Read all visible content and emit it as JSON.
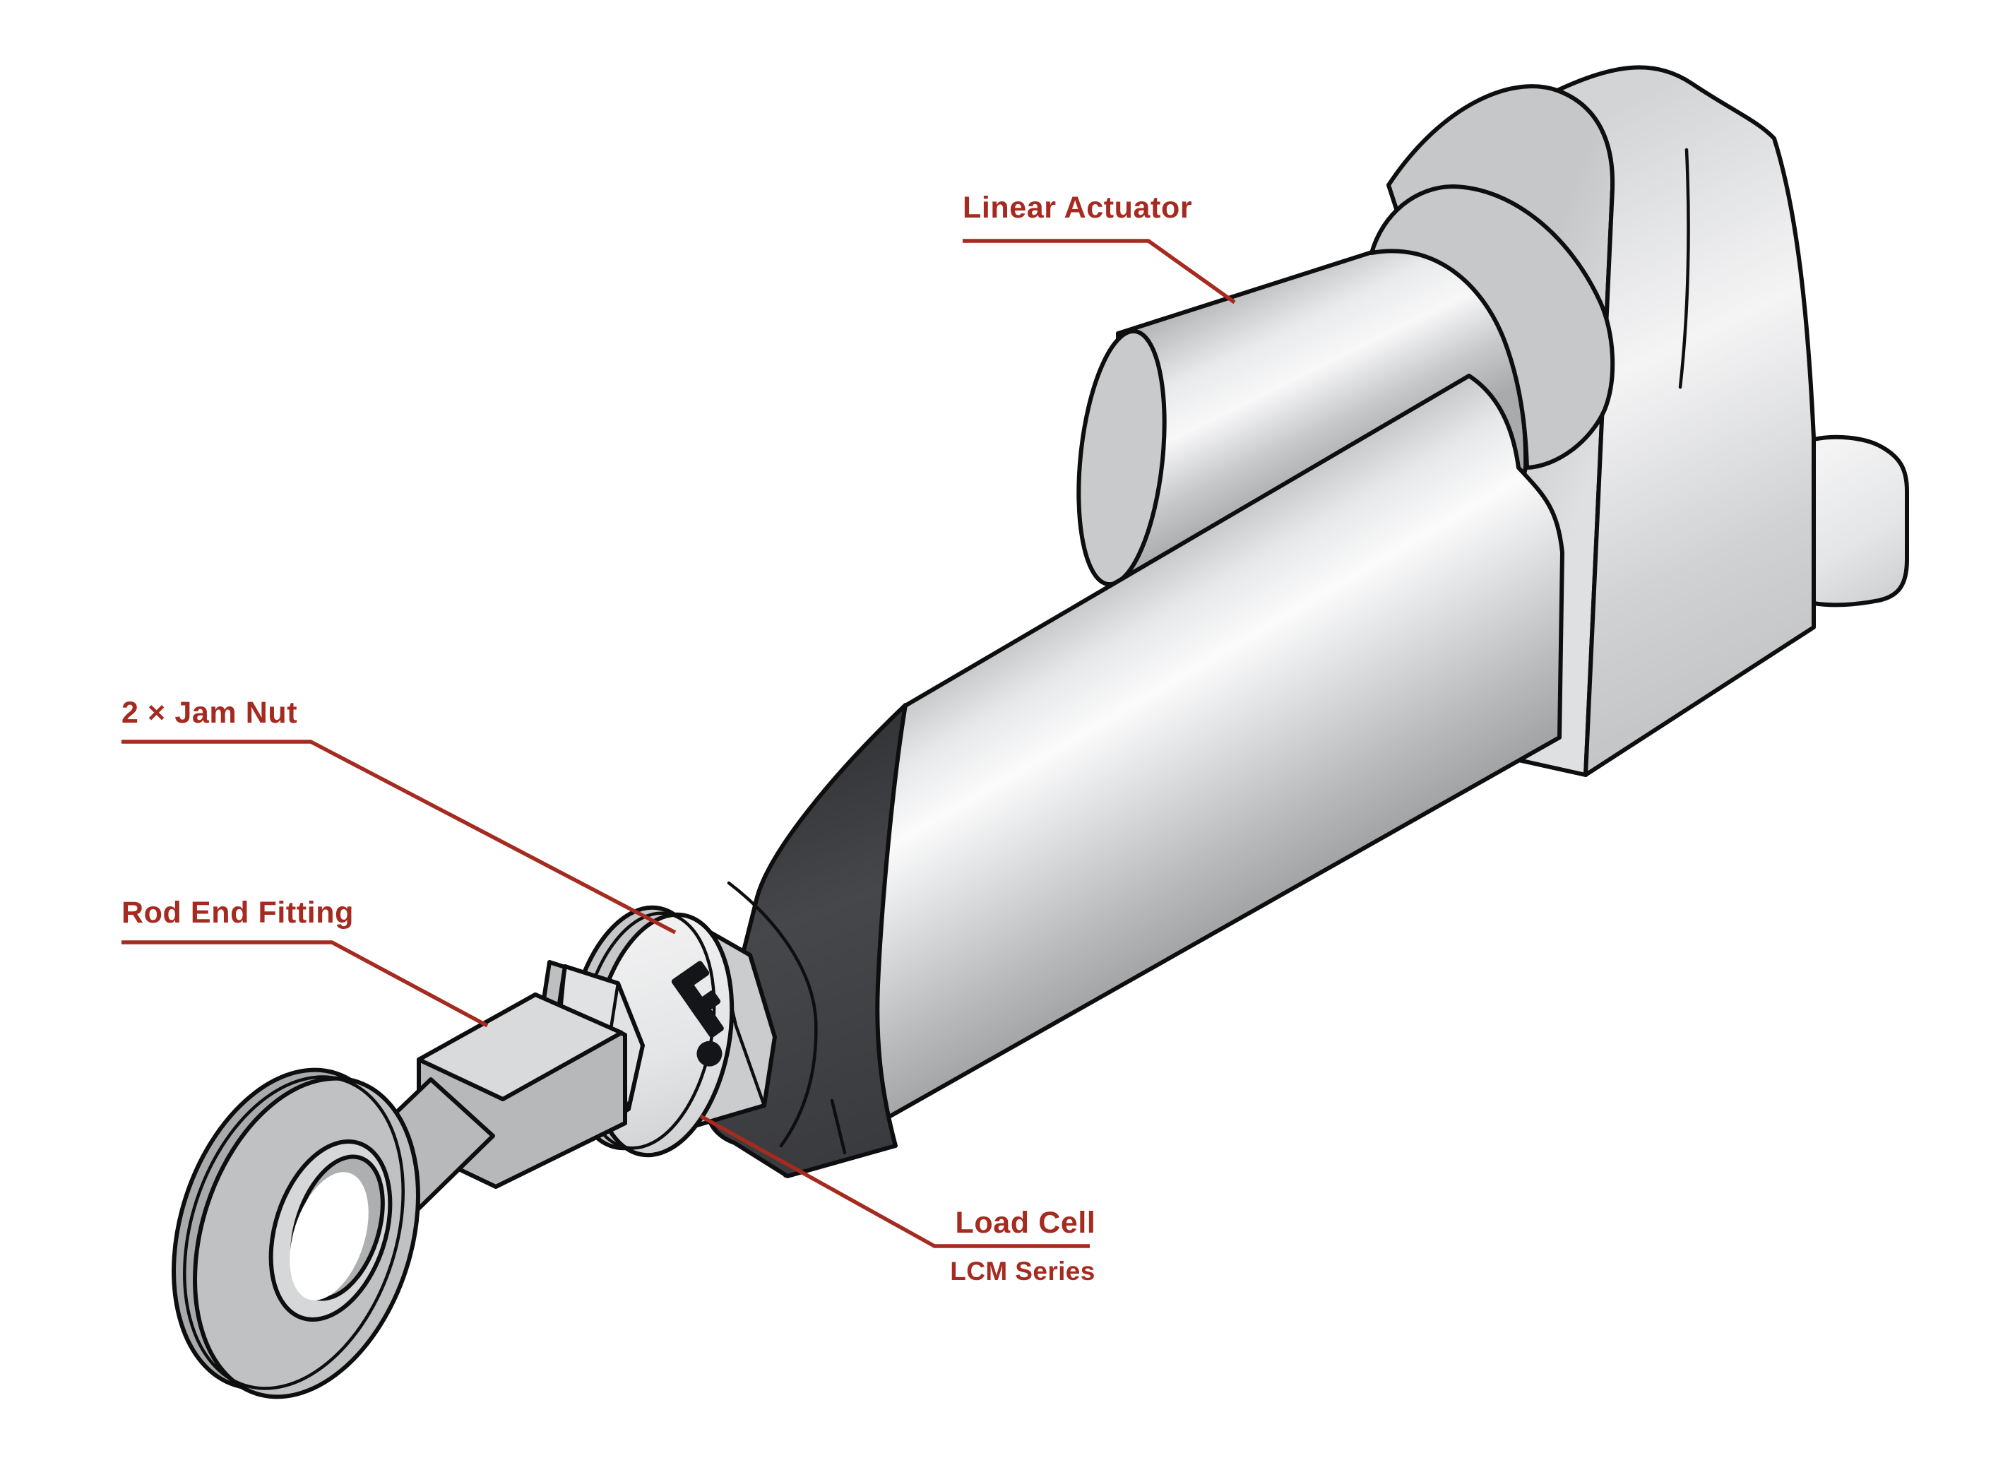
{
  "figure": {
    "type": "technical-illustration",
    "subject": "Linear actuator with inline load cell, jam nuts and rod end fitting",
    "background_color": "#ffffff",
    "accent_color": "#a52a20",
    "outline_color": "#0e0e0f",
    "metal_light": "#f7f7f8",
    "metal_mid": "#c6c7c9",
    "metal_dark": "#9b9c9e",
    "housing_dark": "#3d3e41",
    "labels": {
      "linear_actuator": "Linear Actuator",
      "jam_nut": "2 × Jam Nut",
      "rod_end_fitting": "Rod End Fitting",
      "load_cell": "Load Cell",
      "load_cell_series": "LCM Series"
    }
  }
}
